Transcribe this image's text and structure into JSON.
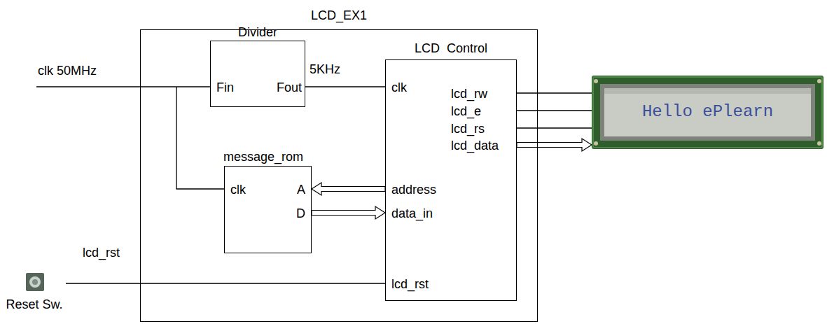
{
  "diagram": {
    "nodes": [
      {
        "text": [
          "LCD_EX1"
        ]
      },
      {
        "text": [
          "Divider",
          "Fin",
          "Fout"
        ],
        "in": 0
      },
      {
        "text": [
          "LCD  Control",
          "clk",
          "lcd_rw",
          "lcd_e",
          "lcd_rs",
          "lcd_data",
          "address",
          "data_in",
          "lcd_rst"
        ],
        "in": 0
      },
      {
        "text": [
          "message_rom",
          "clk",
          "A",
          "D"
        ],
        "in": 0
      },
      {
        "text": [
          "Hello ePlearn"
        ]
      },
      {
        "text": [
          "Reset Sw."
        ]
      }
    ],
    "edges": [
      {
        "from": 1,
        "to": 2,
        "arrow": "none",
        "label": "5KHz"
      },
      {
        "from": 2,
        "to": 3,
        "arrow": "to"
      },
      {
        "from": 3,
        "to": 2,
        "arrow": "to"
      },
      {
        "from": 2,
        "to": 4,
        "arrow": "none"
      },
      {
        "from": 2,
        "to": 4,
        "arrow": "none"
      },
      {
        "from": 2,
        "to": 4,
        "arrow": "none"
      },
      {
        "from": 2,
        "to": 4,
        "arrow": "to"
      },
      {
        "from": 5,
        "to": 2,
        "arrow": "none",
        "label": "lcd_rst"
      }
    ],
    "labels": [
      "clk 50MHz"
    ]
  }
}
